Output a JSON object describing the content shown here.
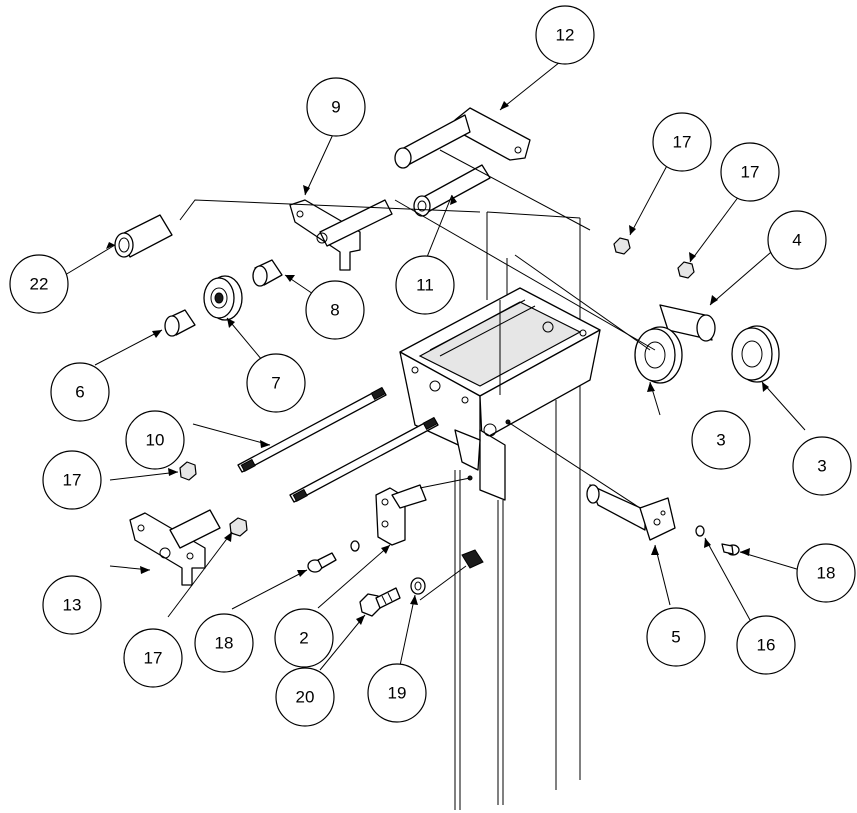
{
  "balloons": [
    {
      "id": "b12",
      "label": "12"
    },
    {
      "id": "b9",
      "label": "9"
    },
    {
      "id": "b17a",
      "label": "17"
    },
    {
      "id": "b17b",
      "label": "17"
    },
    {
      "id": "b4",
      "label": "4"
    },
    {
      "id": "b22",
      "label": "22"
    },
    {
      "id": "b11",
      "label": "11"
    },
    {
      "id": "b8",
      "label": "8"
    },
    {
      "id": "b6",
      "label": "6"
    },
    {
      "id": "b7",
      "label": "7"
    },
    {
      "id": "b10",
      "label": "10"
    },
    {
      "id": "b3a",
      "label": "3"
    },
    {
      "id": "b3b",
      "label": "3"
    },
    {
      "id": "b17c",
      "label": "17"
    },
    {
      "id": "b13",
      "label": "13"
    },
    {
      "id": "b17d",
      "label": "17"
    },
    {
      "id": "b18a",
      "label": "18"
    },
    {
      "id": "b2",
      "label": "2"
    },
    {
      "id": "b5",
      "label": "5"
    },
    {
      "id": "b16",
      "label": "16"
    },
    {
      "id": "b18b",
      "label": "18"
    },
    {
      "id": "b20",
      "label": "20"
    },
    {
      "id": "b19",
      "label": "19"
    }
  ]
}
